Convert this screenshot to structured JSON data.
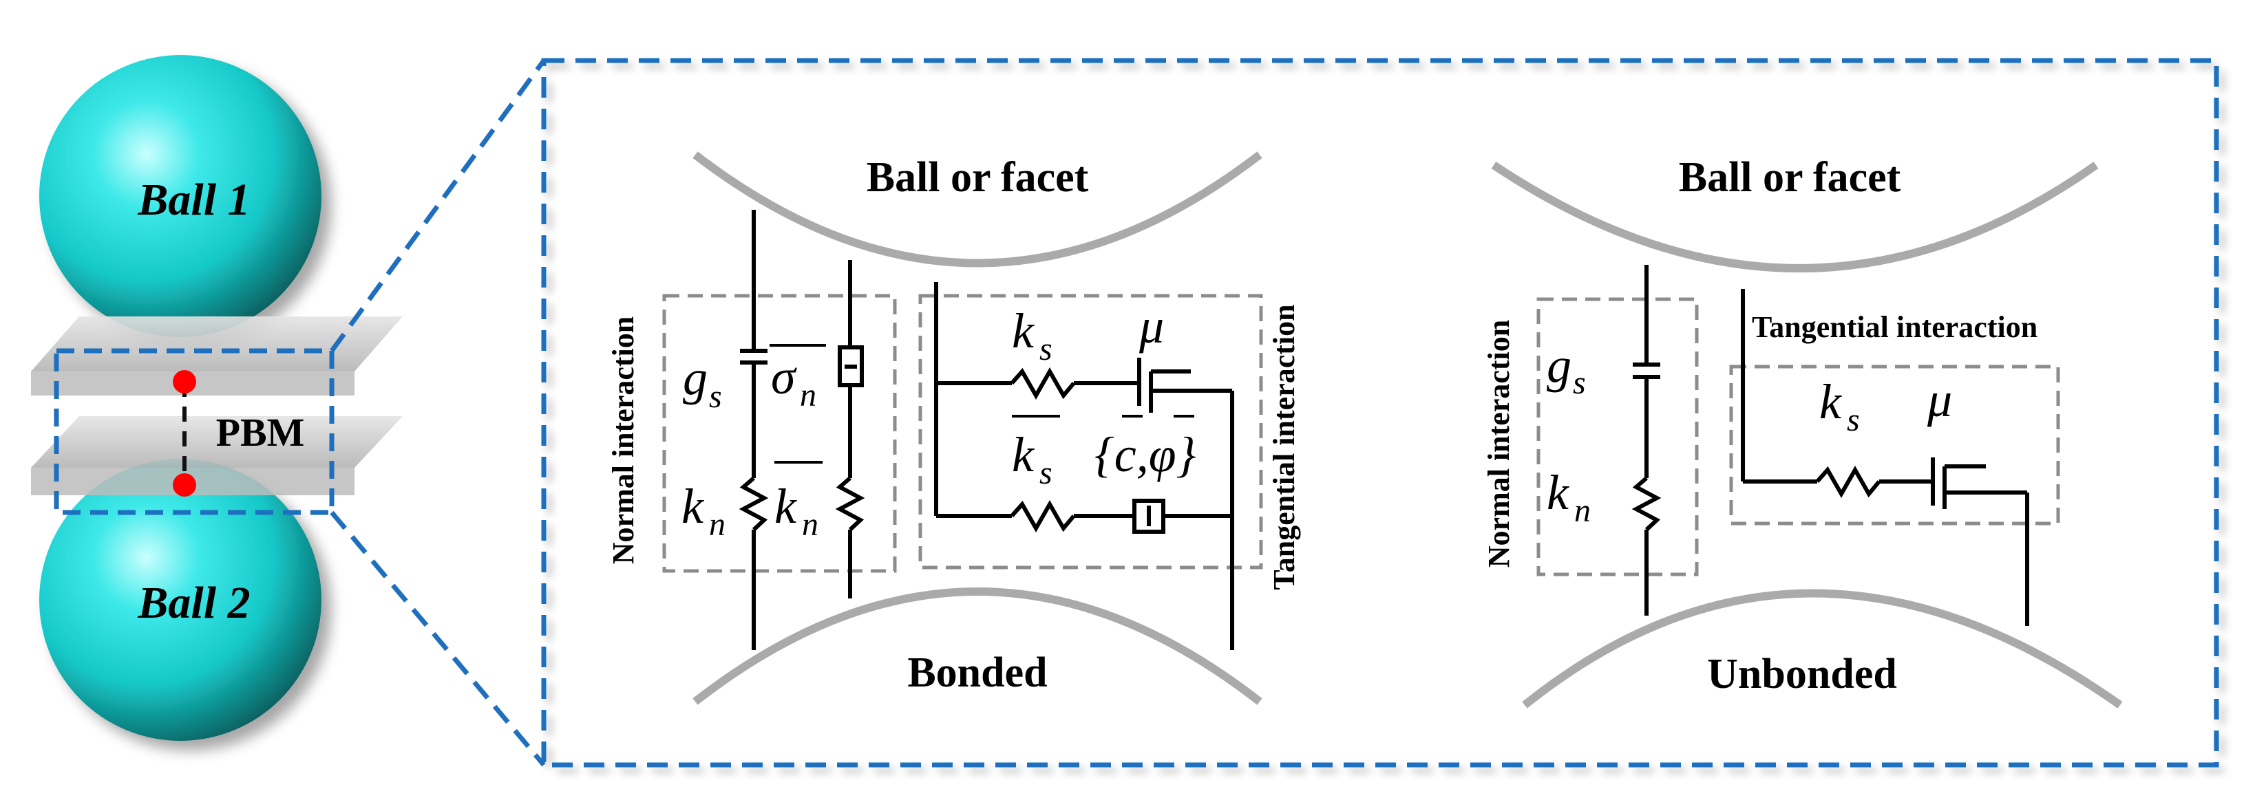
{
  "left": {
    "ball_top": "Ball 1",
    "ball_bottom": "Ball 2",
    "model": "PBM"
  },
  "bonded": {
    "top_label": "Ball or facet",
    "bottom_label": "Bonded",
    "normal_label": "Normal interaction",
    "tangential_label": "Tangential interaction",
    "g": "g",
    "g_sub": "s",
    "k": "k",
    "kn_sub": "n",
    "ks_sub": "s",
    "sigma": "σ",
    "sigma_sub": "n",
    "mu": "μ",
    "cphi": "{c,φ}"
  },
  "unbonded": {
    "top_label": "Ball or facet",
    "bottom_label": "Unbonded",
    "normal_label": "Normal interaction",
    "tangential_label": "Tangential interaction",
    "g": "g",
    "g_sub": "s",
    "k": "k",
    "kn_sub": "n",
    "ks_sub": "s",
    "mu": "μ"
  },
  "colors": {
    "ball": "#1fd6d6",
    "frame": "#1f6fbf",
    "contact_point": "#ff0000",
    "surface_arc": "#aaaaaa",
    "dashed_box": "#8c8c8c"
  }
}
